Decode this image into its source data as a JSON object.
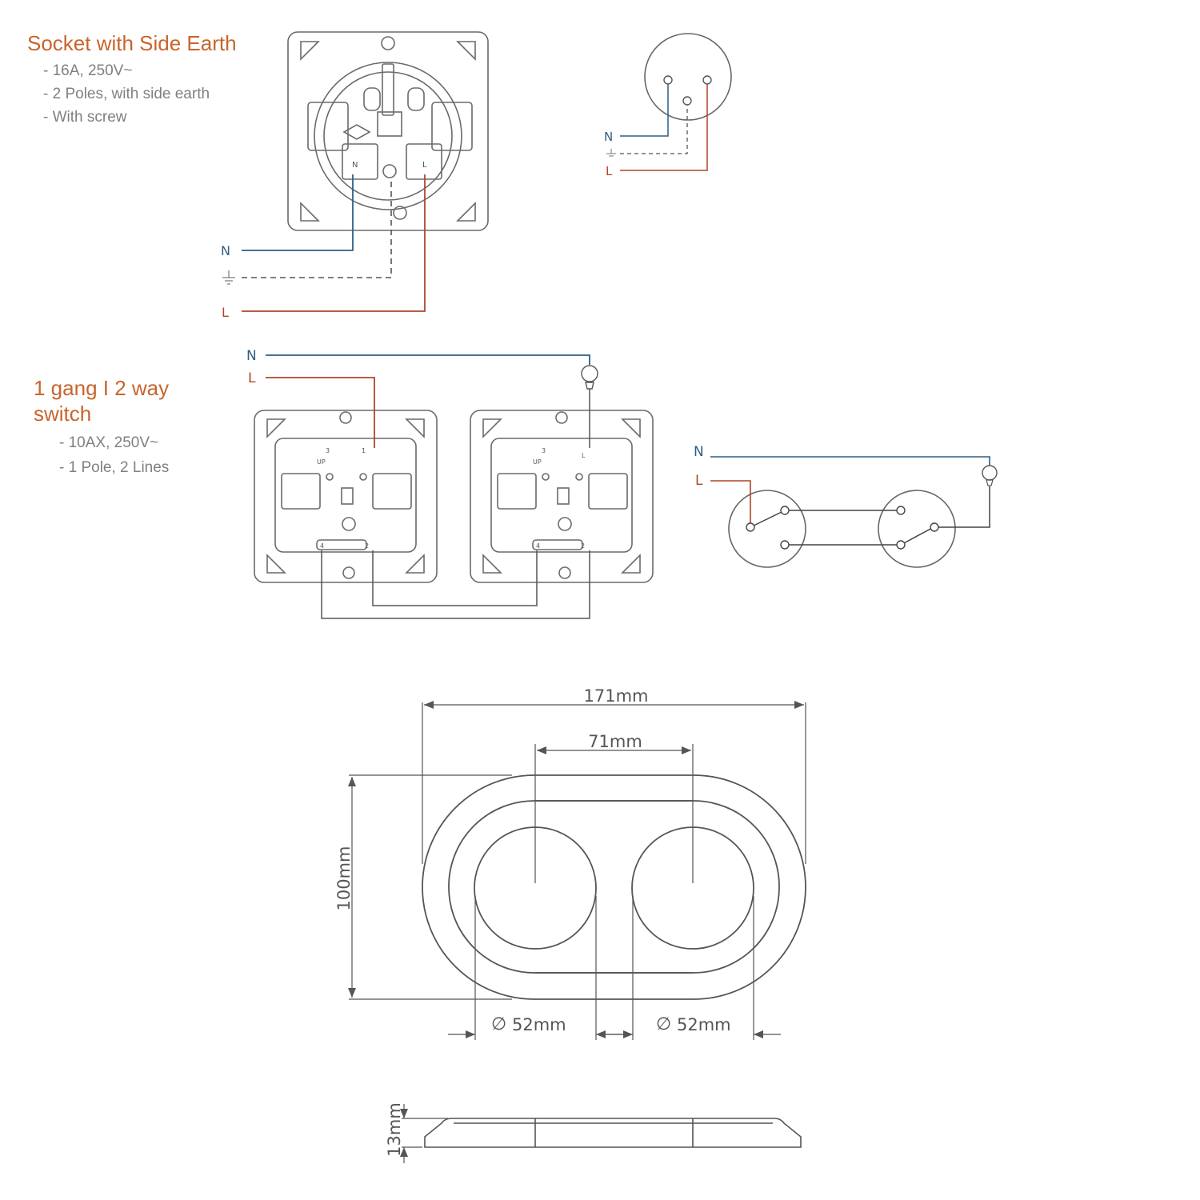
{
  "socket_section": {
    "title": "Socket with Side Earth",
    "specs": [
      "- 16A, 250V~",
      "- 2 Poles, with side earth",
      "- With screw"
    ],
    "terminal_labels": {
      "n": "N",
      "l": "L"
    },
    "wire_labels": {
      "neutral": "N",
      "live": "L"
    },
    "schematic_labels": {
      "neutral": "N",
      "live": "L"
    }
  },
  "switch_section": {
    "title_line1": "1 gang I 2 way",
    "title_line2": "switch",
    "specs": [
      "- 10AX, 250V~",
      "- 1 Pole, 2 Lines"
    ],
    "wire_labels": {
      "neutral": "N",
      "live": "L"
    },
    "terminal_labels": {
      "up": "UP",
      "l": "L",
      "t1": "1",
      "t2": "2",
      "t3": "3",
      "t4": "4"
    },
    "schematic_labels": {
      "neutral": "N",
      "live": "L"
    }
  },
  "dimensions": {
    "width_total": "171mm",
    "center_distance": "71mm",
    "height": "100mm",
    "diameter_left": "52mm",
    "diameter_right": "52mm",
    "diameter_symbol": "∅",
    "depth": "13mm"
  },
  "colors": {
    "title": "#c8642c",
    "spec_text": "#808080",
    "neutral_wire": "#2f5f86",
    "live_wire": "#b0452c",
    "earth_wire": "#555555",
    "outline": "#555555"
  }
}
